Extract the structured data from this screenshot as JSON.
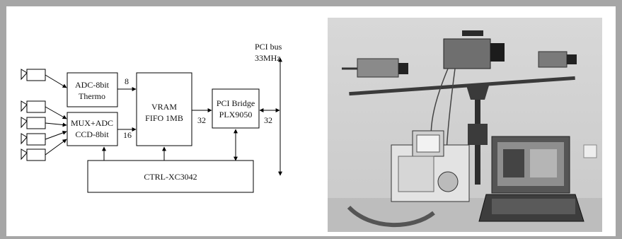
{
  "diagram": {
    "blocks": {
      "adc": [
        "ADC-8bit",
        "Thermo"
      ],
      "mux": [
        "MUX+ADC",
        "CCD-8bit"
      ],
      "vram": [
        "VRAM",
        "FIFO 1MB"
      ],
      "bridge": [
        "PCI Bridge",
        "PLX9050"
      ],
      "ctrl": "CTRL-XC3042"
    },
    "bus_widths": {
      "adc_to_vram": "8",
      "mux_to_vram": "16",
      "vram_to_bridge": "32",
      "bridge_to_bus": "32"
    },
    "bus_label": [
      "PCI bus",
      "33MHz"
    ]
  }
}
